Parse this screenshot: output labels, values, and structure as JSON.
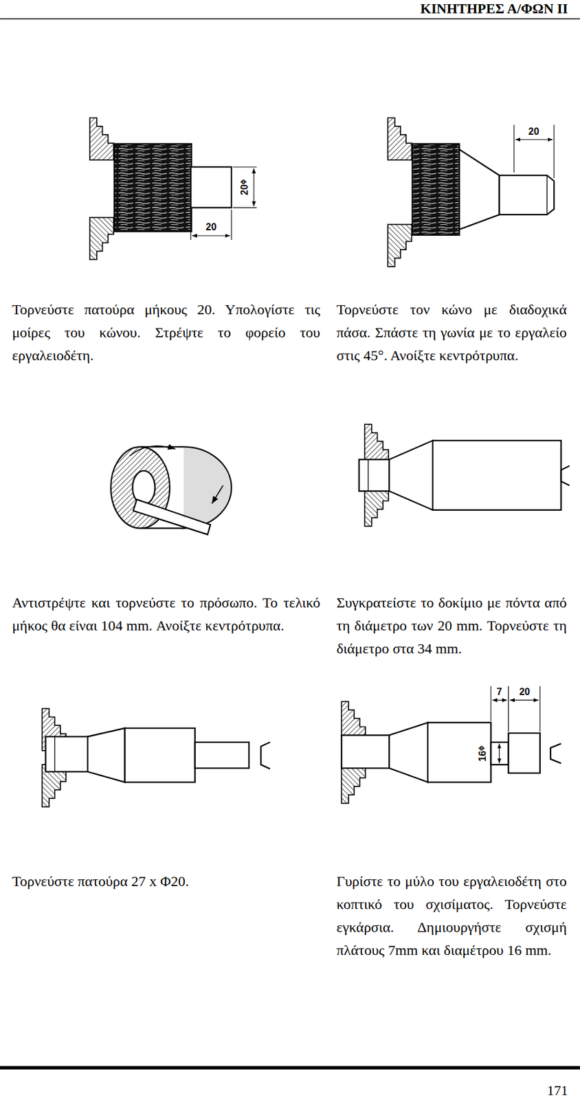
{
  "diagram": {
    "title": "ΚΙΝΗΤΗΡΕΣ Α/ΦΩΝ ΙΙ",
    "labels": [
      "20ᶲ",
      "20",
      "20",
      "Τορνεύστε πατούρα μήκους 20. Υπολογίστε τις μοίρες του κώνου. Στρέψτε το φορείο του εργαλειοδέτη.",
      "Τορνεύστε τον κώνο με διαδοχικά πάσα. Σπάστε τη γωνία με το εργαλείο στις 45°. Ανοίξτε κεντρότρυπα.",
      "Αντιστρέψτε και τορνεύστε το πρόσωπο. Το τελικό μήκος θα είναι 104 mm. Ανοίξτε κεντρότρυπα.",
      "Συγκρατείστε το δοκίμιο με πόντα από τη διάμετρο των 20 mm. Τορνεύστε τη διάμετρο στα 34 mm.",
      "7",
      "20",
      "16ᶲ",
      "Τορνεύστε πατούρα 27 x Φ20.",
      "Γυρίστε το μύλο του εργαλειοδέτη στο κοπτικό του σχισίματος. Τορνεύστε εγκάρσια. Δημιουργήστε σχισμή πλάτους 7mm και διαμέτρου 16 mm.",
      "171"
    ]
  }
}
